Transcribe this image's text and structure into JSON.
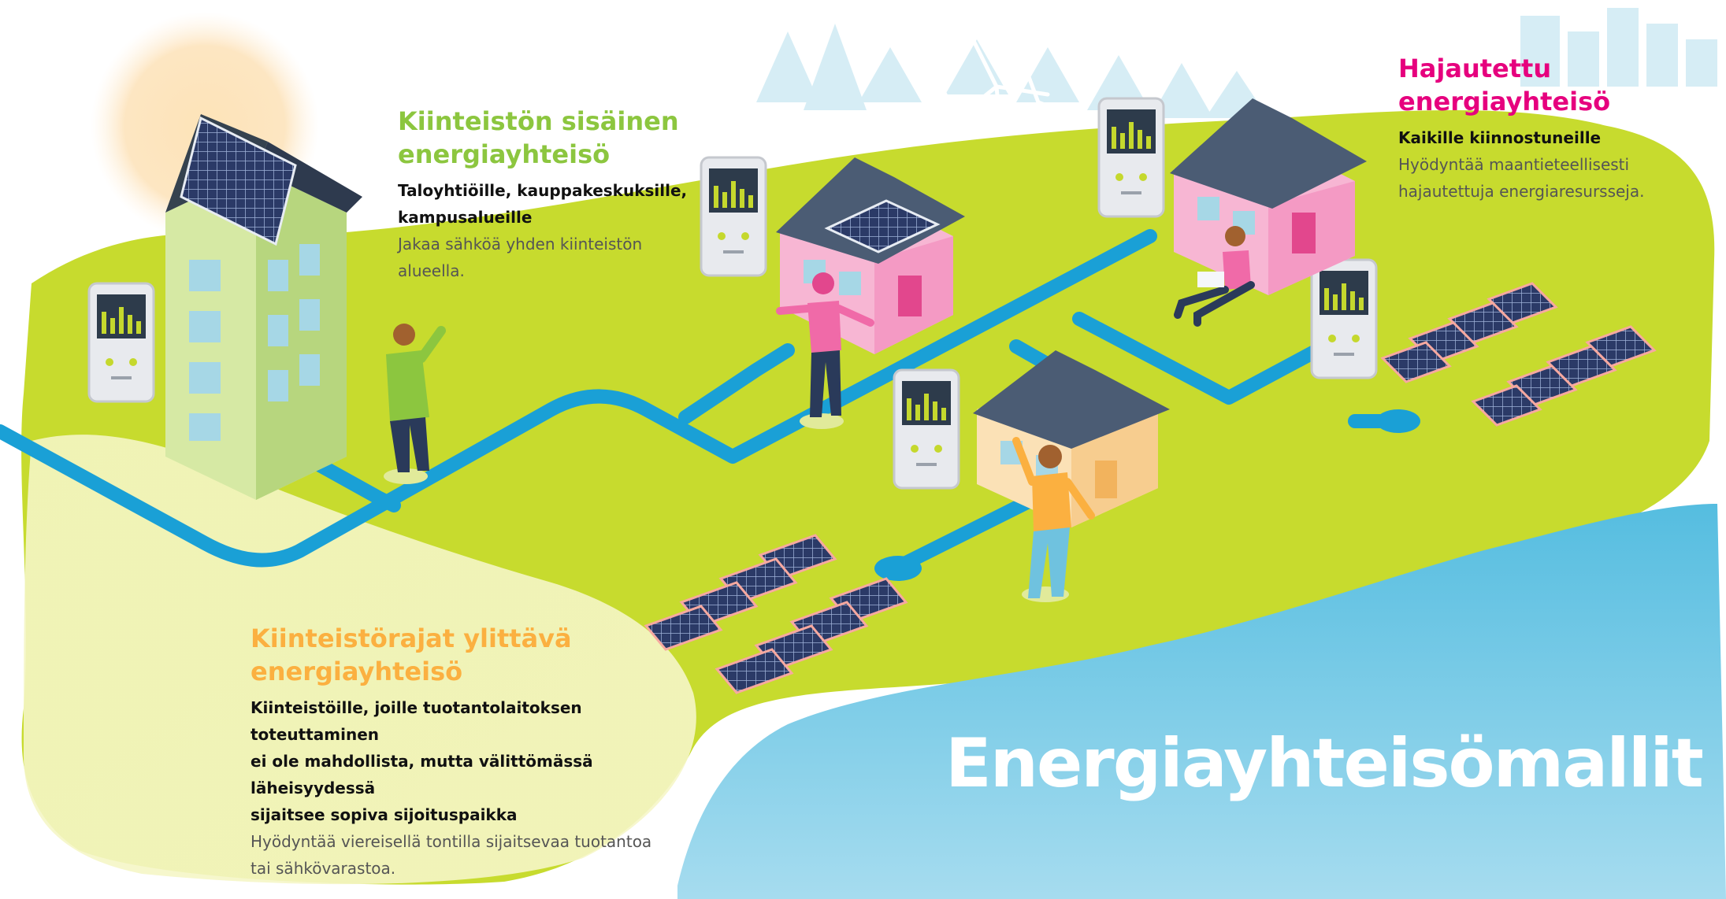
{
  "title": "Energiayhteisömallit",
  "colors": {
    "green_heading": "#8cc63f",
    "orange_heading": "#fbb040",
    "magenta_heading": "#e6007e",
    "grass": "#c9dc2e",
    "pale_grass": "#f3f4b8",
    "water": "#5bc0de",
    "cable": "#1aa0d6",
    "title_text": "#ffffff"
  },
  "panels": {
    "inside": {
      "heading": "Kiinteistön sisäinen energiayhteisö",
      "heading_lines": [
        "Kiinteistön sisäinen",
        "energiayhteisö"
      ],
      "lead_lines": [
        "Taloyhtiöille, kauppakeskuksille,",
        "kampusalueille"
      ],
      "desc_lines": [
        "Jakaa sähköä yhden kiinteistön",
        "alueella."
      ]
    },
    "cross": {
      "heading_lines": [
        "Kiinteistörajat ylittävä",
        "energiayhteisö"
      ],
      "lead_lines": [
        "Kiinteistöille, joille tuotantolaitoksen toteuttaminen",
        "ei ole mahdollista, mutta välittömässä läheisyydessä",
        "sijaitsee sopiva sijoituspaikka"
      ],
      "desc_lines": [
        "Hyödyntää viereisellä tontilla sijaitsevaa tuotantoa",
        "tai sähkövarastoa."
      ]
    },
    "distributed": {
      "heading_lines": [
        "Hajautettu",
        "energiayhteisö"
      ],
      "lead_lines": [
        "Kaikille kiinnostuneille"
      ],
      "desc_lines": [
        "Hyödyntää maantieteellisesti",
        "hajautettuja energiaresursseja."
      ]
    }
  },
  "icons": [
    "sun-icon",
    "wind-turbine-icon",
    "solar-panel-icon",
    "energy-meter-icon",
    "house-icon",
    "apartment-building-icon",
    "person-icon",
    "tree-icon",
    "city-skyline-icon"
  ]
}
